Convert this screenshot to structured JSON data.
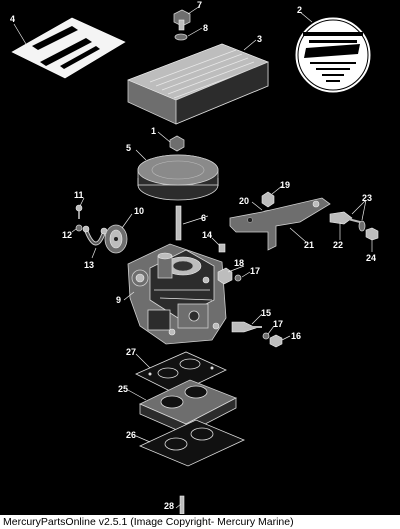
{
  "diagram": {
    "callouts": [
      "1",
      "2",
      "3",
      "4",
      "5",
      "6",
      "7",
      "8",
      "9",
      "10",
      "11",
      "12",
      "13",
      "14",
      "15",
      "16",
      "17",
      "17",
      "18",
      "19",
      "20",
      "21",
      "22",
      "23",
      "24",
      "25",
      "26",
      "27",
      "28"
    ]
  },
  "footer": {
    "caption": "MercuryPartsOnline v2.5.1 (Image Copyright- Mercury Marine)"
  }
}
